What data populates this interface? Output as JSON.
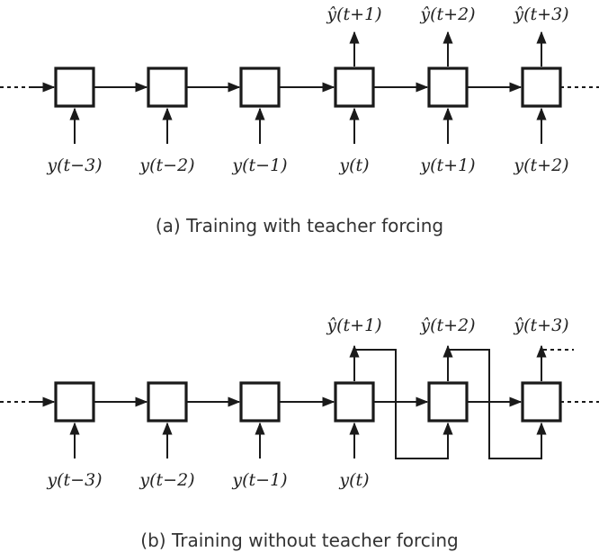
{
  "diagram_a": {
    "caption": "(a) Training with teacher forcing",
    "inputs": [
      "y(t−3)",
      "y(t−2)",
      "y(t−1)",
      "y(t)",
      "y(t+1)",
      "y(t+2)"
    ],
    "outputs": [
      "ŷ(t+1)",
      "ŷ(t+2)",
      "ŷ(t+3)"
    ]
  },
  "diagram_b": {
    "caption": "(b) Training without teacher forcing",
    "inputs": [
      "y(t−3)",
      "y(t−2)",
      "y(t−1)",
      "y(t)"
    ],
    "outputs": [
      "ŷ(t+1)",
      "ŷ(t+2)",
      "ŷ(t+3)"
    ]
  },
  "colors": {
    "stroke": "#1a1a1a",
    "background": "#ffffff"
  }
}
